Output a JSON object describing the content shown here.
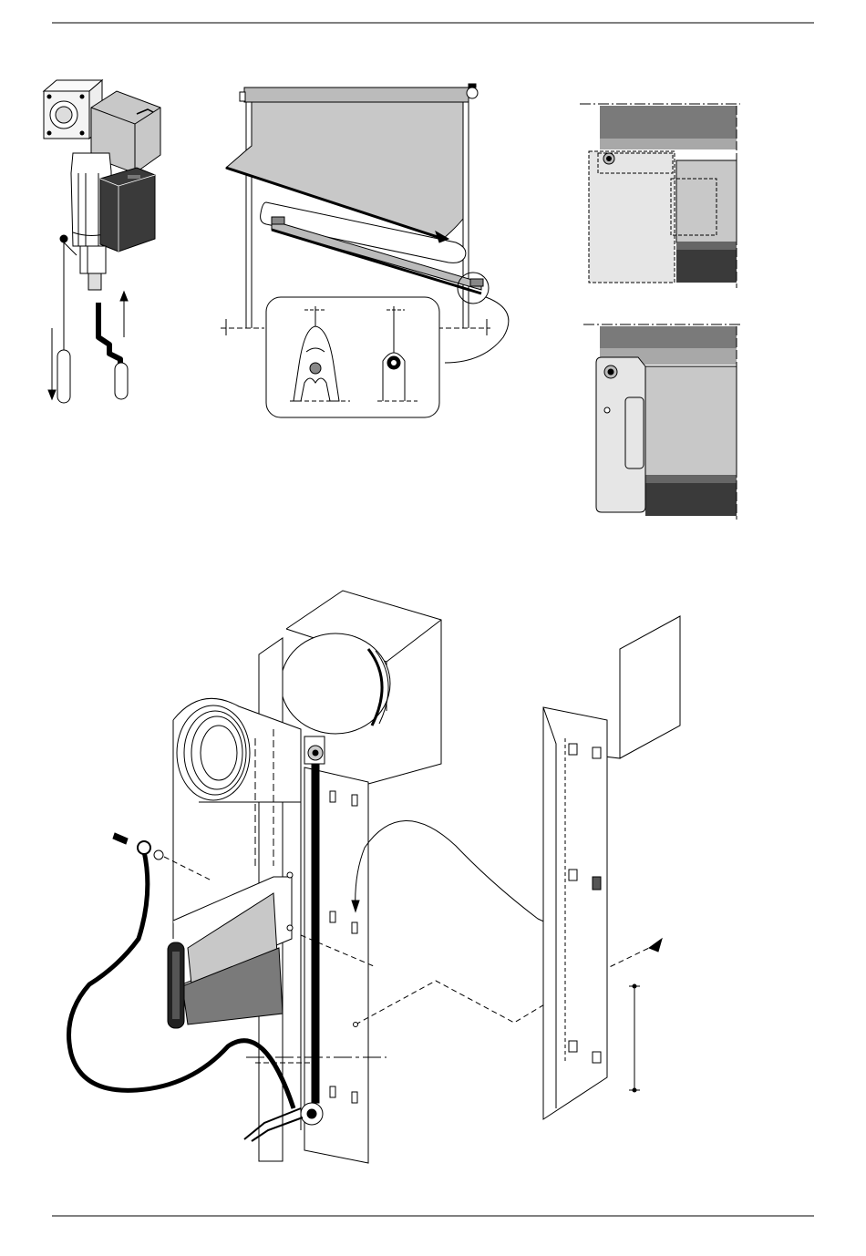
{
  "colors": {
    "ink": "#000000",
    "paper": "#ffffff",
    "grey_light": "#c8c8c8",
    "grey_mid": "#a8a8a8",
    "grey_dark": "#7a7a7a",
    "grey_darker": "#3a3a3a",
    "grey_panel": "#e6e6e6"
  },
  "icons": {
    "top_left": "drive-motor-with-hand-crank",
    "top_middle": "roller-curtain-with-bottom-bar-detail",
    "top_right_upper": "side-bracket-dashed-position",
    "top_right_lower": "side-bracket-mounted",
    "bottom_left": "roller-door-assembly-with-earth-cable",
    "bottom_right": "side-guide-rail-panel"
  },
  "labels": {}
}
